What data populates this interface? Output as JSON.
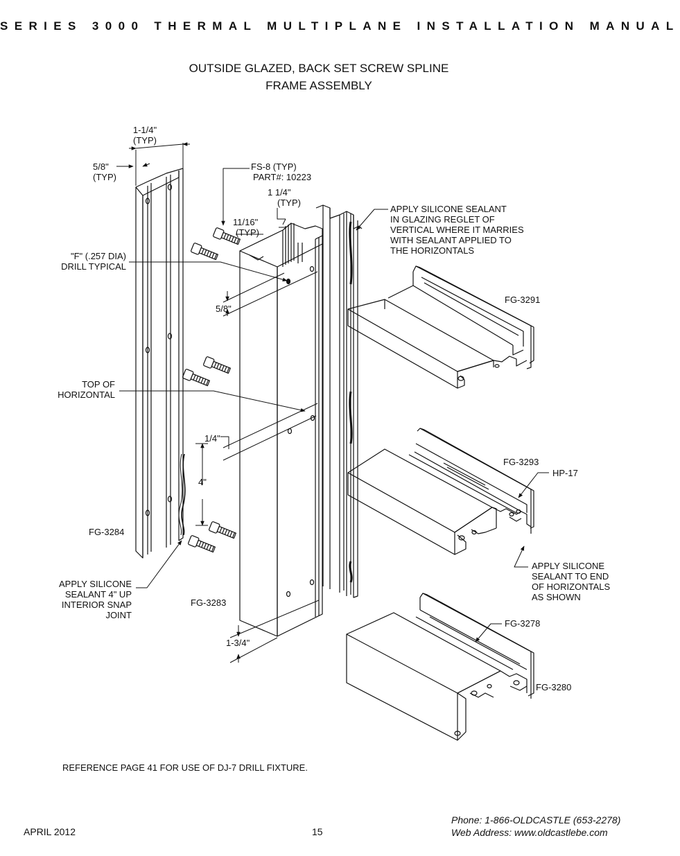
{
  "header": "SERIES 3000 THERMAL MULTIPLANE INSTALLATION MANUAL",
  "title": {
    "line1": "OUTSIDE GLAZED, BACK SET SCREW SPLINE",
    "line2": "FRAME ASSEMBLY"
  },
  "labels": {
    "dim_1_1_4_a": "1-1/4\"",
    "dim_1_1_4_b": "(TYP)",
    "dim_5_8_a": "5/8\"",
    "dim_5_8_b": "(TYP)",
    "fs8_a": "FS-8 (TYP)",
    "fs8_b": "PART#: 10223",
    "dim_1_1_4b_a": "1 1/4\"",
    "dim_1_1_4b_b": "(TYP)",
    "dim_11_16_a": "11/16\"",
    "dim_11_16_b": "(TYP)",
    "drill_a": "\"F\" (.257 DIA)",
    "drill_b": "DRILL TYPICAL",
    "dim_5_8_mid": "5/8\"",
    "sealant_top_1": "APPLY SILICONE SEALANT",
    "sealant_top_2": "IN GLAZING REGLET OF",
    "sealant_top_3": "VERTICAL WHERE IT MARRIES",
    "sealant_top_4": "WITH SEALANT APPLIED TO",
    "sealant_top_5": "THE HORIZONTALS",
    "fg3291": "FG-3291",
    "top_horiz_a": "TOP OF",
    "top_horiz_b": "HORIZONTAL",
    "dim_1_4": "1/4\"",
    "dim_4": "4\"",
    "fg3293": "FG-3293",
    "hp17": "HP-17",
    "fg3284": "FG-3284",
    "sealant_end_1": "APPLY SILICONE",
    "sealant_end_2": "SEALANT TO END",
    "sealant_end_3": "OF HORIZONTALS",
    "sealant_end_4": "AS SHOWN",
    "sealant_snap_1": "APPLY SILICONE",
    "sealant_snap_2": "SEALANT 4\" UP",
    "sealant_snap_3": "INTERIOR SNAP",
    "sealant_snap_4": "JOINT",
    "fg3283": "FG-3283",
    "fg3278": "FG-3278",
    "dim_1_3_4": "1-3/4\"",
    "fg3280": "FG-3280"
  },
  "reference_note": "REFERENCE PAGE 41 FOR USE OF DJ-7 DRILL FIXTURE.",
  "footer": {
    "date": "APRIL 2012",
    "page_number": "15",
    "phone": "Phone: 1-866-OLDCASTLE (653-2278)",
    "web": "Web Address: www.oldcastlebe.com"
  }
}
